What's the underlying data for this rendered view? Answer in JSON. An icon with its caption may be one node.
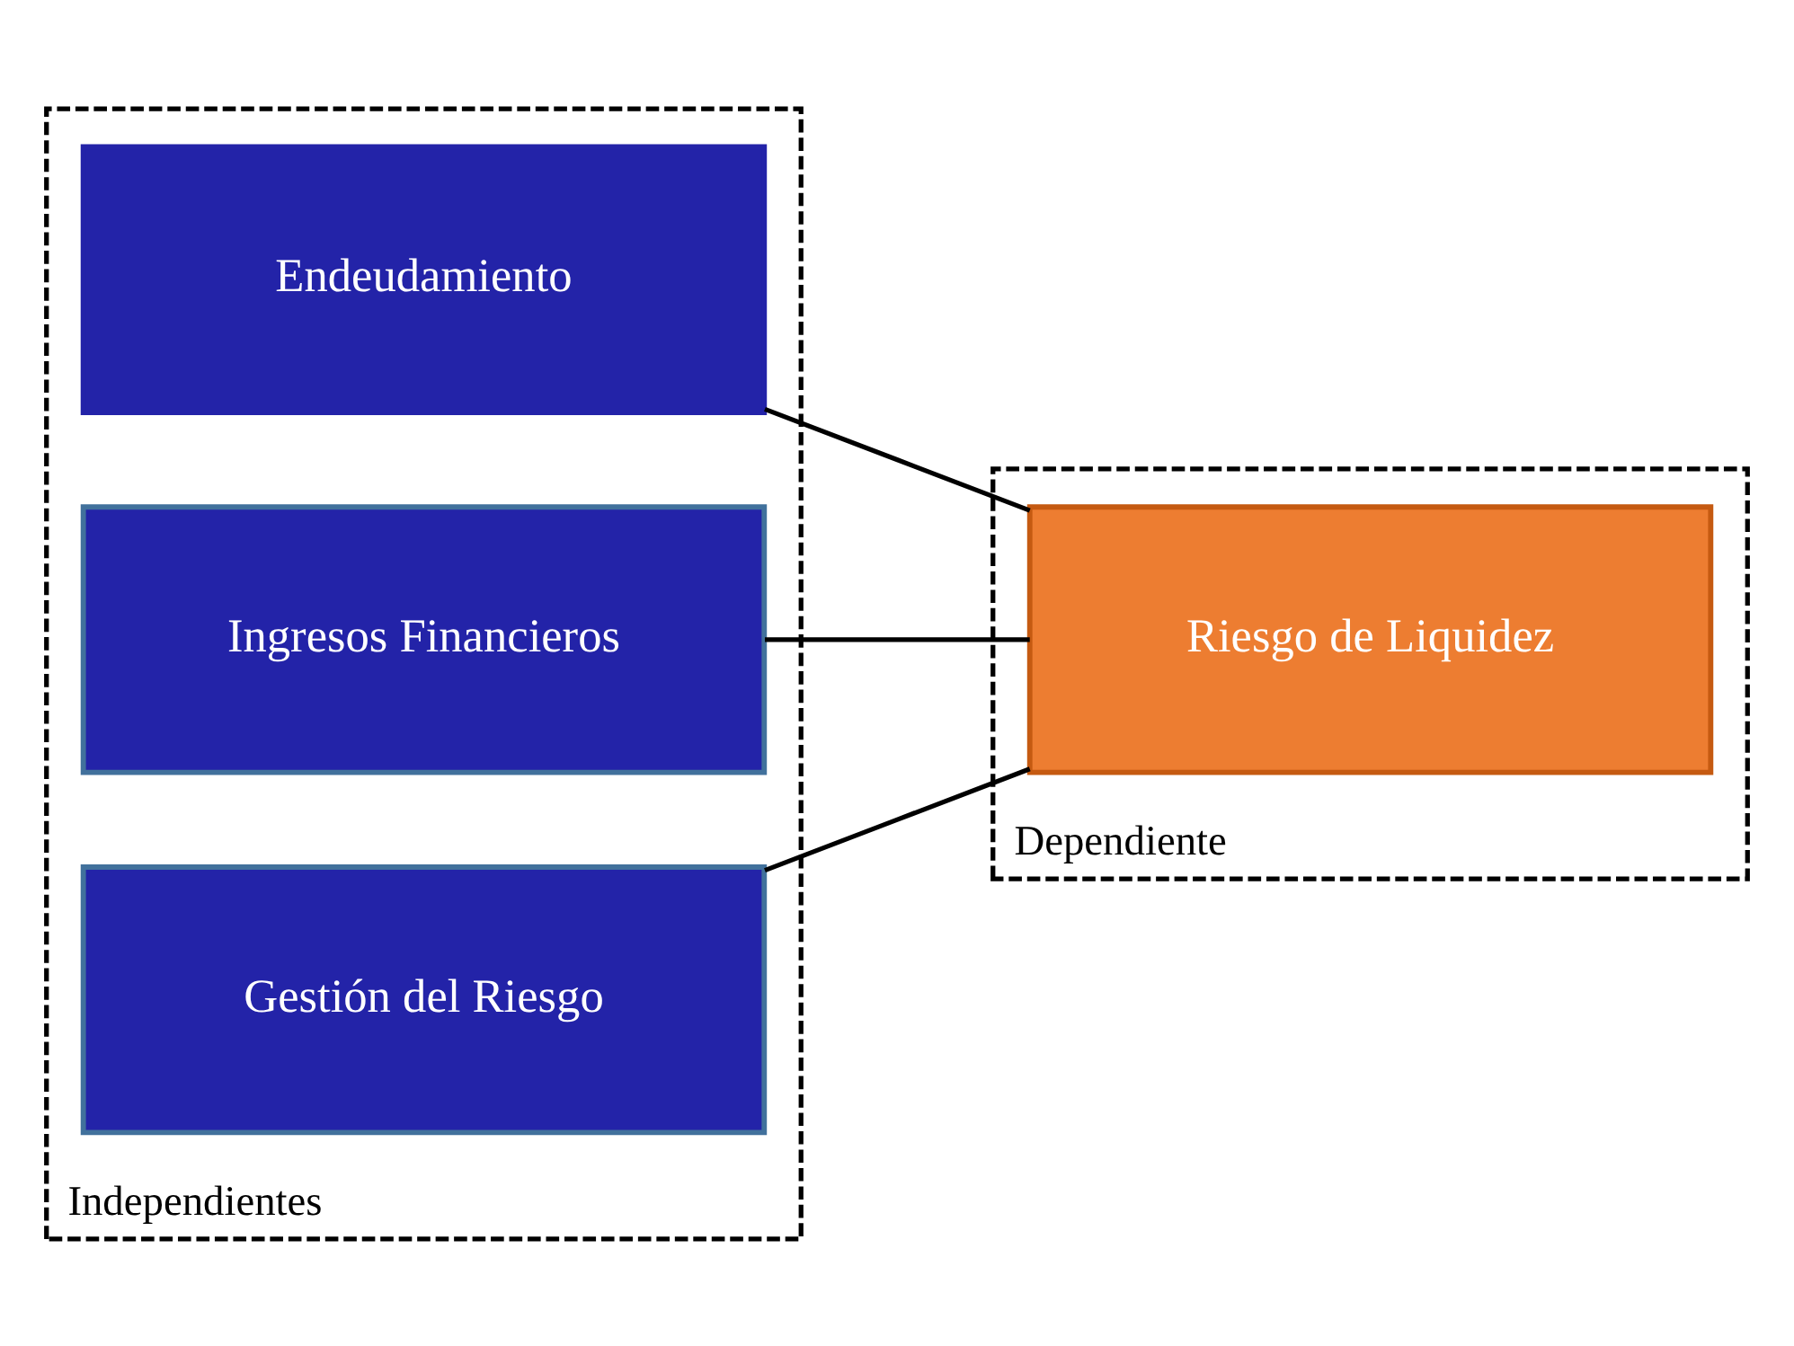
{
  "diagram": {
    "nodes": [
      {
        "text": [
          "Independientes"
        ]
      },
      {
        "text": [
          "Endeudamiento"
        ],
        "in": 0
      },
      {
        "text": [
          "Ingresos Financieros"
        ],
        "in": 0
      },
      {
        "text": [
          "Gestión del Riesgo"
        ],
        "in": 0
      },
      {
        "text": [
          "Dependiente"
        ]
      },
      {
        "text": [
          "Riesgo de Liquidez"
        ],
        "in": 4
      }
    ],
    "edges": [
      {
        "from": 1,
        "to": 5,
        "arrow": "none"
      },
      {
        "from": 2,
        "to": 5,
        "arrow": "none"
      },
      {
        "from": 3,
        "to": 5,
        "arrow": "none"
      }
    ]
  }
}
